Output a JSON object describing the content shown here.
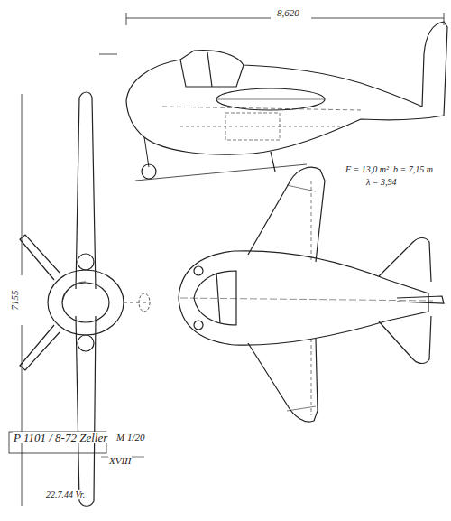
{
  "diagram": {
    "labels": [
      "8,620",
      "7155",
      "F = 13,0 m²",
      "b = 7,15 m",
      "λ = 3,94",
      "P 1101 / 8-72 Zeller",
      "M 1/20",
      "XVIII",
      "22.7.44 Vr."
    ]
  }
}
